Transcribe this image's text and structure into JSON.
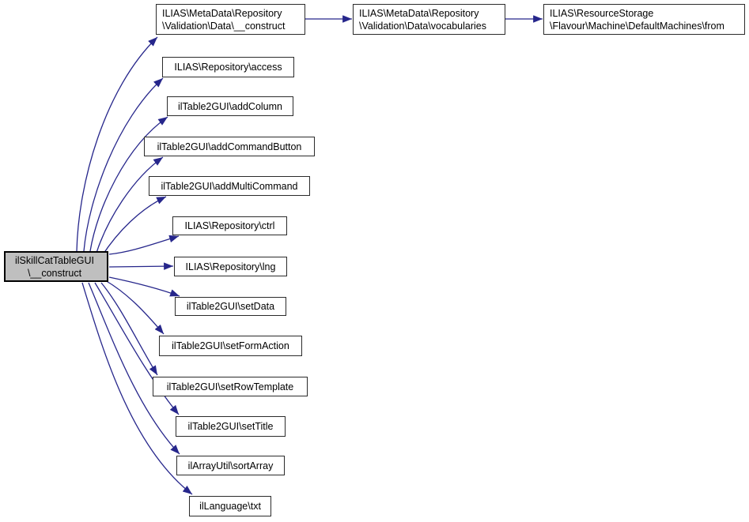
{
  "diagram": {
    "type": "call-graph",
    "background_color": "#ffffff",
    "edge_color": "#26268b",
    "node_border_color": "#2b2b2b",
    "highlight_fill": "#bfbfbf",
    "node_fill": "#ffffff",
    "nodes": [
      {
        "id": "main",
        "label": "ilSkillCatTableGUI\n\\__construct",
        "highlighted": true
      },
      {
        "id": "md-construct",
        "label": "ILIAS\\MetaData\\Repository\n\\Validation\\Data\\__construct",
        "highlighted": false
      },
      {
        "id": "md-vocabularies",
        "label": "ILIAS\\MetaData\\Repository\n\\Validation\\Data\\vocabularies",
        "highlighted": false
      },
      {
        "id": "rs-from",
        "label": "ILIAS\\ResourceStorage\n\\Flavour\\Machine\\DefaultMachines\\from",
        "highlighted": false
      },
      {
        "id": "access",
        "label": "ILIAS\\Repository\\access",
        "highlighted": false
      },
      {
        "id": "addColumn",
        "label": "ilTable2GUI\\addColumn",
        "highlighted": false
      },
      {
        "id": "addCommandButton",
        "label": "ilTable2GUI\\addCommandButton",
        "highlighted": false
      },
      {
        "id": "addMultiCommand",
        "label": "ilTable2GUI\\addMultiCommand",
        "highlighted": false
      },
      {
        "id": "ctrl",
        "label": "ILIAS\\Repository\\ctrl",
        "highlighted": false
      },
      {
        "id": "lng",
        "label": "ILIAS\\Repository\\lng",
        "highlighted": false
      },
      {
        "id": "setData",
        "label": "ilTable2GUI\\setData",
        "highlighted": false
      },
      {
        "id": "setFormAction",
        "label": "ilTable2GUI\\setFormAction",
        "highlighted": false
      },
      {
        "id": "setRowTemplate",
        "label": "ilTable2GUI\\setRowTemplate",
        "highlighted": false
      },
      {
        "id": "setTitle",
        "label": "ilTable2GUI\\setTitle",
        "highlighted": false
      },
      {
        "id": "sortArray",
        "label": "ilArrayUtil\\sortArray",
        "highlighted": false
      },
      {
        "id": "txt",
        "label": "ilLanguage\\txt",
        "highlighted": false
      }
    ],
    "edges": [
      {
        "from": "main",
        "to": "md-construct"
      },
      {
        "from": "main",
        "to": "access"
      },
      {
        "from": "main",
        "to": "addColumn"
      },
      {
        "from": "main",
        "to": "addCommandButton"
      },
      {
        "from": "main",
        "to": "addMultiCommand"
      },
      {
        "from": "main",
        "to": "ctrl"
      },
      {
        "from": "main",
        "to": "lng"
      },
      {
        "from": "main",
        "to": "setData"
      },
      {
        "from": "main",
        "to": "setFormAction"
      },
      {
        "from": "main",
        "to": "setRowTemplate"
      },
      {
        "from": "main",
        "to": "setTitle"
      },
      {
        "from": "main",
        "to": "sortArray"
      },
      {
        "from": "main",
        "to": "txt"
      },
      {
        "from": "md-construct",
        "to": "md-vocabularies"
      },
      {
        "from": "md-vocabularies",
        "to": "rs-from"
      }
    ]
  }
}
